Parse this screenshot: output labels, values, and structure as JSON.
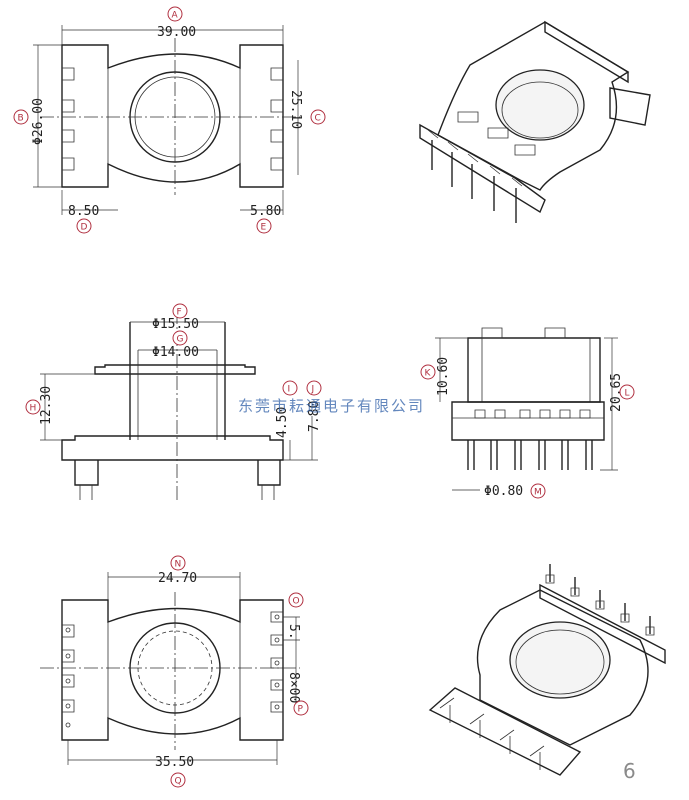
{
  "dimensions": {
    "A": {
      "letter": "A",
      "value": "39.00"
    },
    "B": {
      "letter": "B",
      "value": "Φ26.00"
    },
    "C": {
      "letter": "C",
      "value": "25.10"
    },
    "D": {
      "letter": "D",
      "value": "8.50"
    },
    "E": {
      "letter": "E",
      "value": "5.80"
    },
    "F": {
      "letter": "F",
      "value": "Φ15.50"
    },
    "G": {
      "letter": "G",
      "value": "Φ14.00"
    },
    "H": {
      "letter": "H",
      "value": "12.30"
    },
    "I": {
      "letter": "I",
      "value": "4.50"
    },
    "J": {
      "letter": "J",
      "value": "7.80"
    },
    "K": {
      "letter": "K",
      "value": "10.60"
    },
    "L": {
      "letter": "L",
      "value": "20.65"
    },
    "M": {
      "letter": "M",
      "value": "Φ0.80"
    },
    "N": {
      "letter": "N",
      "value": "24.70"
    },
    "O": {
      "letter": "O",
      "value": "5."
    },
    "P": {
      "letter": "P",
      "value": "8×00"
    },
    "Q": {
      "letter": "Q",
      "value": "35.50"
    }
  },
  "watermark": "东莞市耘通电子有限公司",
  "page_number": "6",
  "colors": {
    "badge": "#b03040",
    "watermark": "#3060a8",
    "line": "#222222"
  }
}
